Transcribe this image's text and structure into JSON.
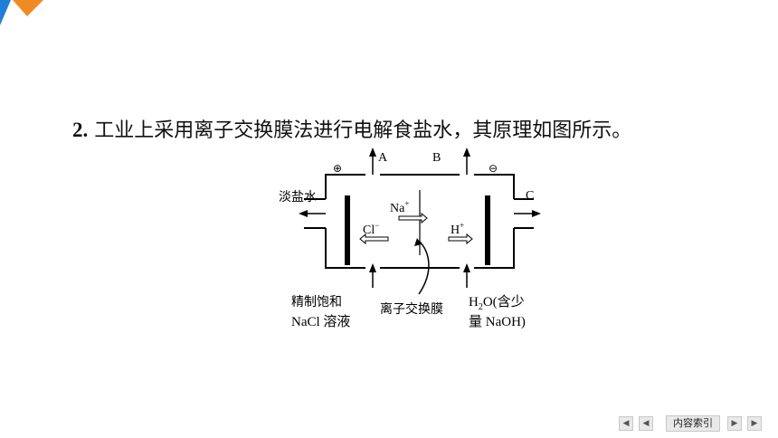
{
  "question": {
    "number": "2.",
    "text": "工业上采用离子交换膜法进行电解食盐水，其原理如图所示。"
  },
  "diagram": {
    "anode_sign": "⊕",
    "cathode_sign": "⊖",
    "label_a": "A",
    "label_b": "B",
    "label_c": "C",
    "dilute_brine": "淡盐水",
    "ion_na": "Na",
    "ion_na_sup": "+",
    "ion_cl": "Cl",
    "ion_cl_sup": "−",
    "ion_h": "H",
    "ion_h_sup": "+",
    "anode_input_line1": "精制饱和",
    "anode_input_line2": "NaCl 溶液",
    "membrane_label": "离子交换膜",
    "cathode_input_line1_a": "H",
    "cathode_input_line1_sub": "2",
    "cathode_input_line1_b": "O(含少",
    "cathode_input_line2": "量 NaOH)"
  },
  "nav": {
    "first_icon": "first-page-icon",
    "prev_icon": "prev-page-icon",
    "index_label": "内容索引",
    "next_icon": "next-page-icon",
    "last_icon": "last-page-icon"
  },
  "colors": {
    "corner_blue": "#1f7fd8",
    "corner_orange": "#f08a24"
  }
}
